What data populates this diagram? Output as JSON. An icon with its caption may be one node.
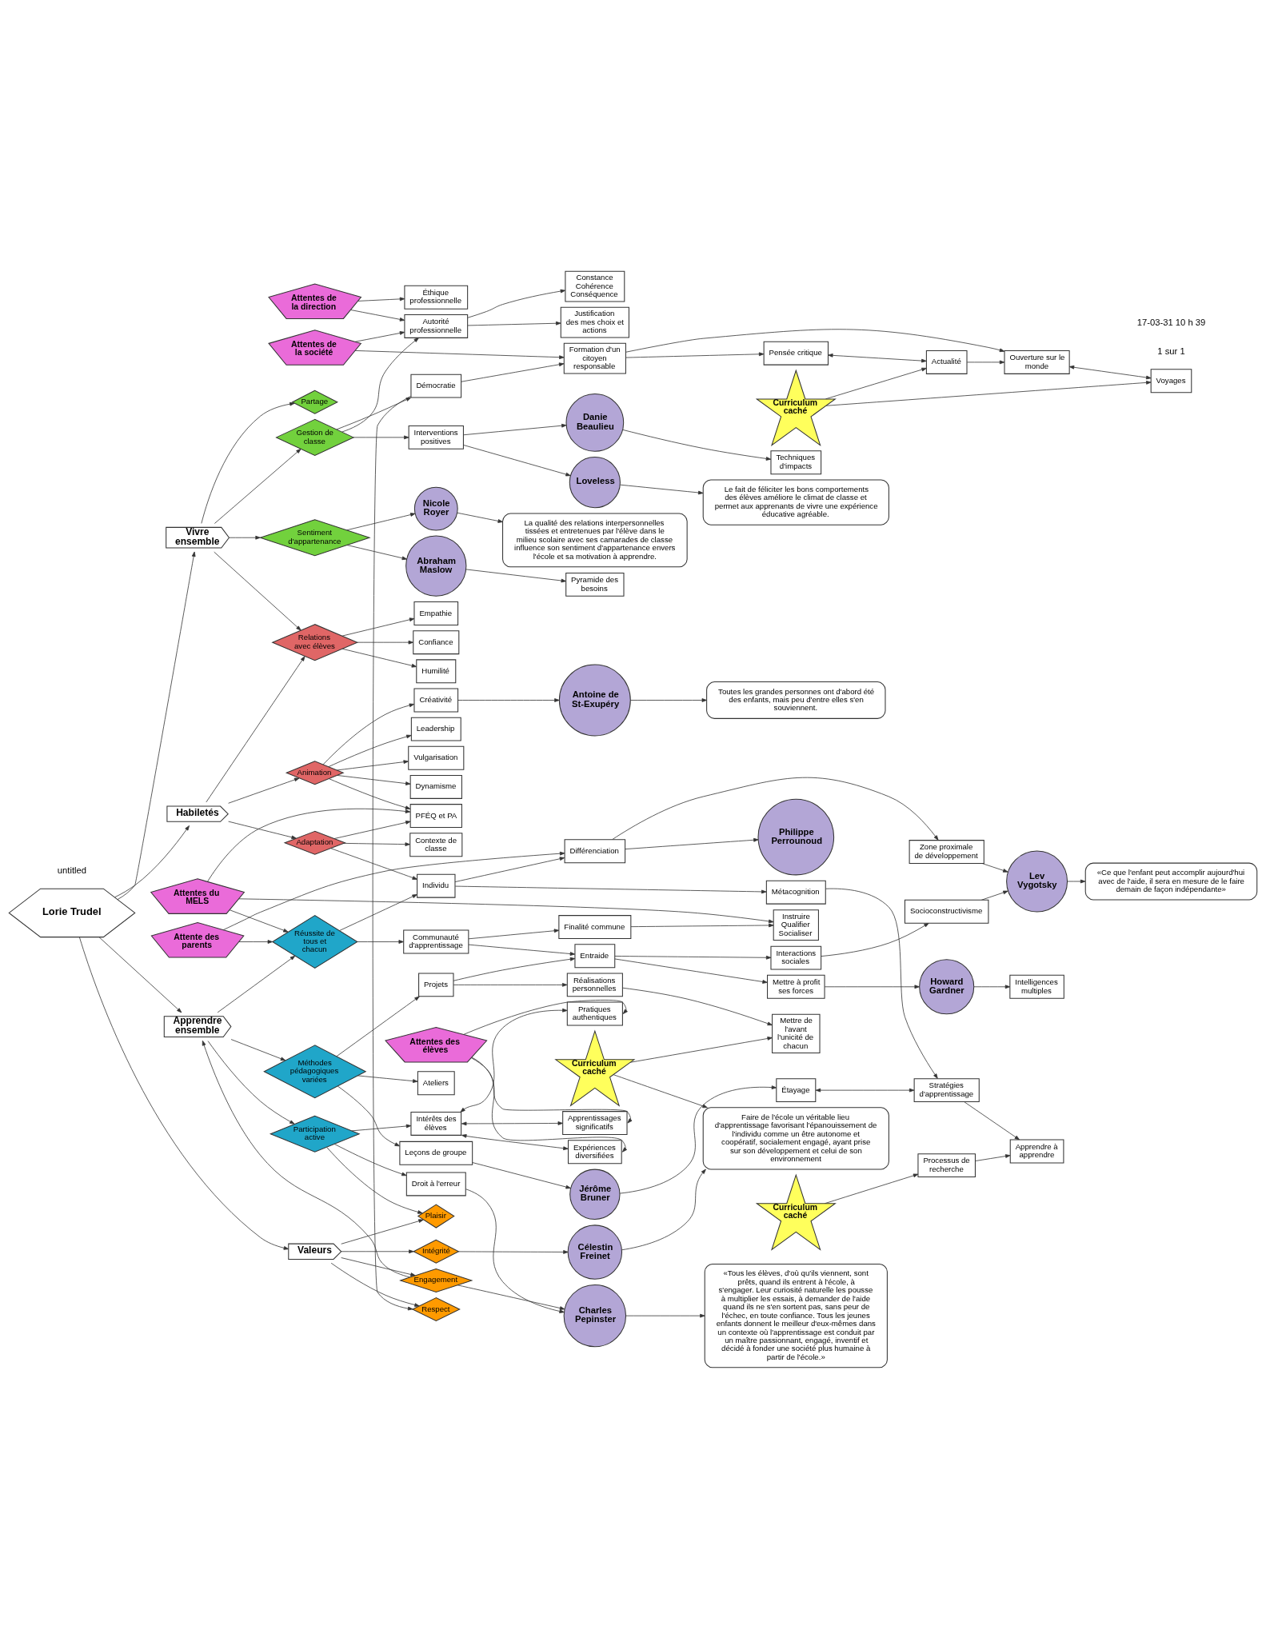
{
  "diagram": {
    "nodes": [
      {
        "text": [
          "Éthique professionnelle"
        ]
      },
      {
        "text": [
          "Attentes de la direction"
        ]
      },
      {
        "text": [
          "Constance Cohérence Conséquence"
        ]
      },
      {
        "text": [
          "Justification des mes choix et actions"
        ]
      },
      {
        "text": [
          "Attentes de la société"
        ]
      },
      {
        "text": [
          "Pensée critique"
        ]
      },
      {
        "text": [
          "Actualité"
        ]
      },
      {
        "text": [
          "Curriculum caché"
        ]
      },
      {
        "text": [
          "Le fait de féliciter les bons comportements des élèves améliore le climat de classe et permet aux apprenants de vivre une expérience éducative agréable."
        ]
      },
      {
        "text": [
          "Loveless"
        ]
      },
      {
        "text": [
          "Autorité professionnelle"
        ]
      },
      {
        "text": [
          "Interventions positives"
        ]
      },
      {
        "text": [
          "Démocratie"
        ]
      },
      {
        "text": [
          "Formation d'un citoyen responsable"
        ]
      },
      {
        "text": [
          "Ouverture sur le monde"
        ]
      },
      {
        "text": [
          "Voyages"
        ]
      },
      {
        "text": [
          "Gestion de classe"
        ]
      },
      {
        "text": [
          "Danie Beaulieu"
        ]
      },
      {
        "text": [
          "Techniques d'impacts"
        ]
      },
      {
        "text": [
          "La qualité des relations interpersonnelles tissées et entretenues par l'élève dans le milieu scolaire avec ses camarades de classe influence son sentiment d'appartenance envers l'école et sa motivation à apprendre."
        ]
      },
      {
        "text": [
          "Sentiment d'appartenance"
        ]
      },
      {
        "text": [
          "Nicole Royer"
        ]
      },
      {
        "text": [
          "Partage"
        ]
      },
      {
        "text": [
          "Confiance"
        ]
      },
      {
        "text": [
          "Humilité"
        ]
      },
      {
        "text": [
          "Empathie"
        ]
      },
      {
        "text": [
          "Vivre ensemble"
        ]
      },
      {
        "text": [
          "Abraham Maslow"
        ]
      },
      {
        "text": [
          "Pyramide des besoins"
        ]
      },
      {
        "text": [
          "Relations avec élèves"
        ]
      },
      {
        "text": [
          "Dynamisme"
        ]
      },
      {
        "text": [
          "Leadership"
        ]
      },
      {
        "text": [
          "Respect"
        ]
      },
      {
        "text": [
          "Faire de l'école un véritable lieu d'apprentissage favorisant l'épanouissement de l'individu comme un être autonome et coopératif, socialement engagé, ayant prise sur son développement et celui de son environnement"
        ]
      },
      {
        "text": [
          "Toutes les grandes personnes ont d'abord été des enfants, mais peu d'entre elles s'en souviennent."
        ]
      },
      {
        "text": [
          "Antoine de St-Exupéry"
        ]
      },
      {
        "text": [
          "Créativité"
        ]
      },
      {
        "text": [
          "Animation"
        ]
      },
      {
        "text": [
          "Habiletés"
        ]
      },
      {
        "text": [
          "Lorie Trudel"
        ]
      },
      {
        "text": [
          "Valeurs"
        ]
      },
      {
        "text": [
          "Intégrité"
        ]
      },
      {
        "text": [
          "Célestin Freinet"
        ]
      },
      {
        "text": [
          "Adaptation"
        ]
      },
      {
        "text": [
          "Vulgarisation"
        ]
      },
      {
        "text": [
          "Engagement"
        ]
      },
      {
        "text": [
          "Plaisir"
        ]
      },
      {
        "text": [
          "«Tous les élèves, d'où qu'ils viennent, sont prêts, quand ils entrent à l'école, à s'engager. Leur curiosité naturelle les pousse à multiplier les essais, à demander de l'aide quand ils ne s'en sortent pas, sans peur de l'échec, en toute confiance. Tous les jeunes enfants donnent le meilleur d'eux-mêmes dans un contexte où l'apprentissage est conduit par un maître passionnant, engagé, inventif et décidé à fonder une société plus humaine à partir de l'école.»"
        ]
      },
      {
        "text": [
          "Charles Pepinster"
        ]
      },
      {
        "text": [
          "Attentes du MELS"
        ]
      },
      {
        "text": [
          "PFÉQ et PA"
        ]
      },
      {
        "text": [
          "Apprendre ensemble"
        ]
      },
      {
        "text": [
          "Contexte de classe"
        ]
      },
      {
        "text": [
          "Droit à l'erreur"
        ]
      },
      {
        "text": [
          "Réussite de tous et chacun"
        ]
      },
      {
        "text": [
          "Méthodes pédagogiques variées"
        ]
      },
      {
        "text": [
          "Participation active"
        ]
      },
      {
        "text": [
          "Pratiques authentiques"
        ]
      },
      {
        "text": [
          "Intérêts des élèves"
        ]
      },
      {
        "text": [
          "Attente des parents"
        ]
      },
      {
        "text": [
          "Attentes des élèves"
        ]
      },
      {
        "text": [
          "Individu"
        ]
      },
      {
        "text": [
          "Communauté d'apprentissage"
        ]
      },
      {
        "text": [
          "Ateliers"
        ]
      },
      {
        "text": [
          "Leçons de groupe"
        ]
      },
      {
        "text": [
          "Apprentissages significatifs"
        ]
      },
      {
        "text": [
          "Jérôme Bruner"
        ]
      },
      {
        "text": [
          "Zone proximale de développement"
        ]
      },
      {
        "text": [
          "Différenciation"
        ]
      },
      {
        "text": [
          "Métacognition"
        ]
      },
      {
        "text": [
          "Finalité commune"
        ]
      },
      {
        "text": [
          "Entraide"
        ]
      },
      {
        "text": [
          "Projets"
        ]
      },
      {
        "text": [
          "Expériences diversifiées"
        ]
      },
      {
        "text": [
          "Curriculum caché"
        ]
      },
      {
        "text": [
          "«Ce que l'enfant peut accomplir aujourd'hui avec de l'aide, il sera en mesure de le faire demain de façon indépendante»"
        ]
      },
      {
        "text": [
          "Lev Vygotsky"
        ]
      },
      {
        "text": [
          "Philippe Perrounoud"
        ]
      },
      {
        "text": [
          "Stratégies d'apprentissage"
        ]
      },
      {
        "text": [
          "Instruire Qualifier Socialiser"
        ]
      },
      {
        "text": [
          "Interactions sociales"
        ]
      },
      {
        "text": [
          "Mettre à profit ses forces"
        ]
      },
      {
        "text": [
          "Étayage"
        ]
      },
      {
        "text": [
          "Réalisations personnelles"
        ]
      },
      {
        "text": [
          "Mettre de l'avant l'unicité de chacun"
        ]
      },
      {
        "text": [
          "Apprendre à apprendre"
        ]
      },
      {
        "text": [
          "Socioconstructivisme"
        ]
      },
      {
        "text": [
          "Howard Gardner"
        ]
      },
      {
        "text": [
          "Processus de recherche"
        ]
      },
      {
        "text": [
          "Intelligences multiples"
        ]
      },
      {
        "text": [
          "Curriculum caché"
        ]
      }
    ],
    "edges": [
      {
        "from": 39,
        "to": 38,
        "arrow": "to"
      },
      {
        "from": 39,
        "to": 40,
        "arrow": "to"
      },
      {
        "from": 39,
        "to": 26,
        "arrow": "to"
      },
      {
        "from": 39,
        "to": 51,
        "arrow": "to"
      },
      {
        "from": 38,
        "to": 37,
        "arrow": "to"
      },
      {
        "from": 38,
        "to": 43,
        "arrow": "to"
      },
      {
        "from": 38,
        "to": 29,
        "arrow": "to"
      },
      {
        "from": 26,
        "to": 16,
        "arrow": "to"
      },
      {
        "from": 26,
        "to": 22,
        "arrow": "to"
      },
      {
        "from": 26,
        "to": 20,
        "arrow": "to"
      },
      {
        "from": 26,
        "to": 29,
        "arrow": "to"
      },
      {
        "from": 40,
        "to": 32,
        "arrow": "to"
      },
      {
        "from": 40,
        "to": 41,
        "arrow": "to"
      },
      {
        "from": 40,
        "to": 46,
        "arrow": "to"
      },
      {
        "from": 40,
        "to": 45,
        "arrow": "to"
      },
      {
        "from": 51,
        "to": 54,
        "arrow": "to"
      },
      {
        "from": 51,
        "to": 55,
        "arrow": "to"
      },
      {
        "from": 51,
        "to": 56,
        "arrow": "to"
      },
      {
        "from": 16,
        "to": 11,
        "arrow": "to"
      },
      {
        "from": 16,
        "to": 12,
        "arrow": "to"
      },
      {
        "from": 16,
        "to": 10,
        "arrow": "to"
      },
      {
        "from": 10,
        "to": 2,
        "arrow": "to"
      },
      {
        "from": 10,
        "to": 3,
        "arrow": "to"
      },
      {
        "from": 1,
        "to": 0,
        "arrow": "to"
      },
      {
        "from": 1,
        "to": 10,
        "arrow": "to"
      },
      {
        "from": 4,
        "to": 10,
        "arrow": "to"
      },
      {
        "from": 4,
        "to": 13,
        "arrow": "to"
      },
      {
        "from": 12,
        "to": 13,
        "arrow": "to"
      },
      {
        "from": 13,
        "to": 5,
        "arrow": "to"
      },
      {
        "from": 13,
        "to": 14,
        "arrow": "to"
      },
      {
        "from": 5,
        "to": 6,
        "arrow": "both"
      },
      {
        "from": 14,
        "to": 15,
        "arrow": "both"
      },
      {
        "from": 6,
        "to": 14,
        "arrow": "to"
      },
      {
        "from": 7,
        "to": 6,
        "arrow": "to"
      },
      {
        "from": 7,
        "to": 15,
        "arrow": "to"
      },
      {
        "from": 12,
        "to": 32,
        "arrow": "to"
      },
      {
        "from": 11,
        "to": 9,
        "arrow": "to"
      },
      {
        "from": 11,
        "to": 17,
        "arrow": "to"
      },
      {
        "from": 9,
        "to": 8,
        "arrow": "to"
      },
      {
        "from": 17,
        "to": 18,
        "arrow": "to"
      },
      {
        "from": 20,
        "to": 21,
        "arrow": "to"
      },
      {
        "from": 20,
        "to": 27,
        "arrow": "to"
      },
      {
        "from": 21,
        "to": 19,
        "arrow": "to"
      },
      {
        "from": 27,
        "to": 28,
        "arrow": "to"
      },
      {
        "from": 29,
        "to": 23,
        "arrow": "to"
      },
      {
        "from": 29,
        "to": 24,
        "arrow": "to"
      },
      {
        "from": 29,
        "to": 25,
        "arrow": "to"
      },
      {
        "from": 37,
        "to": 36,
        "arrow": "to"
      },
      {
        "from": 37,
        "to": 31,
        "arrow": "to"
      },
      {
        "from": 37,
        "to": 30,
        "arrow": "to"
      },
      {
        "from": 37,
        "to": 44,
        "arrow": "to"
      },
      {
        "from": 37,
        "to": 50,
        "arrow": "to"
      },
      {
        "from": 36,
        "to": 35,
        "arrow": "to"
      },
      {
        "from": 35,
        "to": 34,
        "arrow": "to"
      },
      {
        "from": 43,
        "to": 50,
        "arrow": "to"
      },
      {
        "from": 43,
        "to": 52,
        "arrow": "to"
      },
      {
        "from": 43,
        "to": 61,
        "arrow": "to"
      },
      {
        "from": 49,
        "to": 50,
        "arrow": "to"
      },
      {
        "from": 49,
        "to": 54,
        "arrow": "to"
      },
      {
        "from": 49,
        "to": 79,
        "arrow": "to"
      },
      {
        "from": 41,
        "to": 42,
        "arrow": "to"
      },
      {
        "from": 42,
        "to": 33,
        "arrow": "to"
      },
      {
        "from": 74,
        "to": 33,
        "arrow": "to"
      },
      {
        "from": 45,
        "to": 48,
        "arrow": "to"
      },
      {
        "from": 45,
        "to": 51,
        "arrow": "to"
      },
      {
        "from": 48,
        "to": 47,
        "arrow": "to"
      },
      {
        "from": 56,
        "to": 46,
        "arrow": "to"
      },
      {
        "from": 56,
        "to": 53,
        "arrow": "to"
      },
      {
        "from": 56,
        "to": 58,
        "arrow": "to"
      },
      {
        "from": 53,
        "to": 48,
        "arrow": "to"
      },
      {
        "from": 58,
        "to": 57,
        "arrow": "both"
      },
      {
        "from": 58,
        "to": 65,
        "arrow": "both"
      },
      {
        "from": 58,
        "to": 73,
        "arrow": "both"
      },
      {
        "from": 60,
        "to": 57,
        "arrow": "to"
      },
      {
        "from": 60,
        "to": 65,
        "arrow": "to"
      },
      {
        "from": 60,
        "to": 73,
        "arrow": "to"
      },
      {
        "from": 59,
        "to": 54,
        "arrow": "to"
      },
      {
        "from": 59,
        "to": 68,
        "arrow": "to"
      },
      {
        "from": 54,
        "to": 62,
        "arrow": "to"
      },
      {
        "from": 54,
        "to": 61,
        "arrow": "to"
      },
      {
        "from": 55,
        "to": 63,
        "arrow": "to"
      },
      {
        "from": 55,
        "to": 72,
        "arrow": "to"
      },
      {
        "from": 55,
        "to": 64,
        "arrow": "to"
      },
      {
        "from": 64,
        "to": 66,
        "arrow": "to"
      },
      {
        "from": 66,
        "to": 82,
        "arrow": "to"
      },
      {
        "from": 62,
        "to": 70,
        "arrow": "to"
      },
      {
        "from": 62,
        "to": 71,
        "arrow": "to"
      },
      {
        "from": 72,
        "to": 71,
        "arrow": "to"
      },
      {
        "from": 72,
        "to": 83,
        "arrow": "to"
      },
      {
        "from": 70,
        "to": 79,
        "arrow": "to"
      },
      {
        "from": 71,
        "to": 80,
        "arrow": "to"
      },
      {
        "from": 71,
        "to": 81,
        "arrow": "to"
      },
      {
        "from": 81,
        "to": 87,
        "arrow": "to"
      },
      {
        "from": 87,
        "to": 89,
        "arrow": "to"
      },
      {
        "from": 80,
        "to": 86,
        "arrow": "to"
      },
      {
        "from": 86,
        "to": 76,
        "arrow": "to"
      },
      {
        "from": 61,
        "to": 68,
        "arrow": "to"
      },
      {
        "from": 61,
        "to": 69,
        "arrow": "to"
      },
      {
        "from": 68,
        "to": 67,
        "arrow": "to"
      },
      {
        "from": 68,
        "to": 77,
        "arrow": "to"
      },
      {
        "from": 67,
        "to": 76,
        "arrow": "to"
      },
      {
        "from": 76,
        "to": 75,
        "arrow": "to"
      },
      {
        "from": 69,
        "to": 78,
        "arrow": "to"
      },
      {
        "from": 78,
        "to": 85,
        "arrow": "to"
      },
      {
        "from": 82,
        "to": 78,
        "arrow": "both"
      },
      {
        "from": 88,
        "to": 85,
        "arrow": "to"
      },
      {
        "from": 90,
        "to": 88,
        "arrow": "to"
      },
      {
        "from": 83,
        "to": 84,
        "arrow": "to"
      },
      {
        "from": 74,
        "to": 84,
        "arrow": "to"
      }
    ],
    "labels": [
      "untitled",
      "1 sur 1",
      "17-03-31 10 h 39"
    ]
  }
}
